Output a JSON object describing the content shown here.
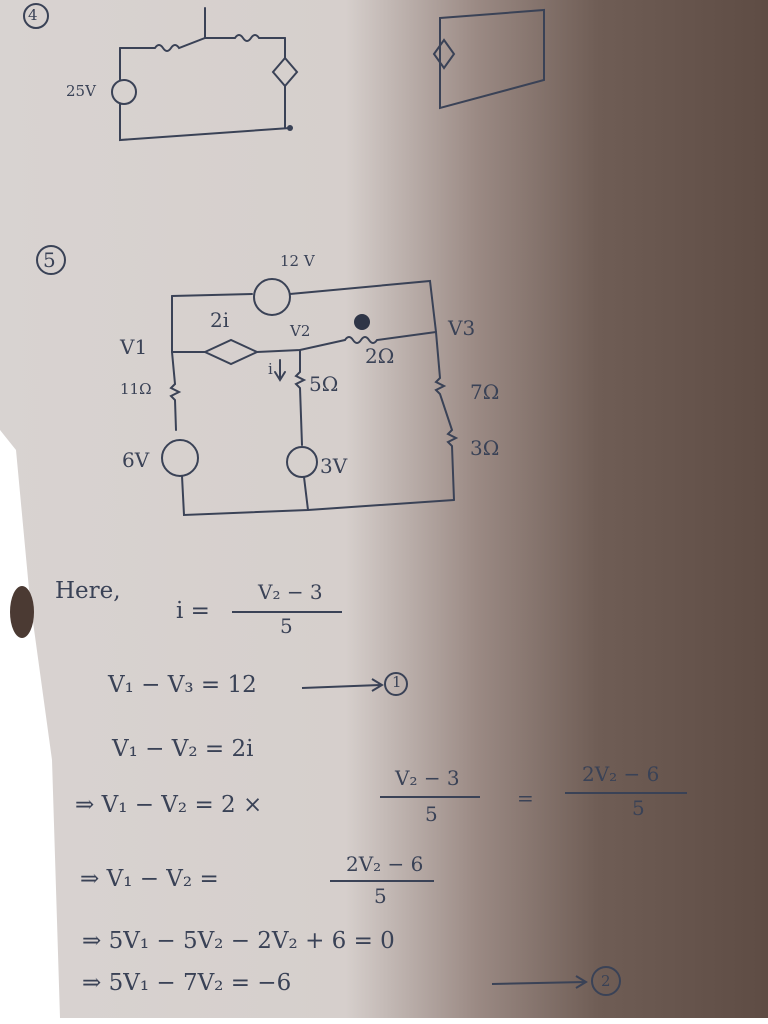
{
  "page": {
    "problem_prev": "4",
    "problem_num": "5"
  },
  "circuit_top": {
    "source_label": "25V"
  },
  "circuit": {
    "v12": "12 V",
    "dep_v": "2i",
    "node_v1": "V1",
    "node_v2": "V2",
    "node_v3": "V3",
    "r_top": "2Ω",
    "r_left": "11Ω",
    "r_mid": "5Ω",
    "r_right1": "7Ω",
    "r_right2": "3Ω",
    "src6": "6V",
    "src3": "3V",
    "i_label": "i"
  },
  "work": {
    "here": "Here,",
    "i_eq": "i =",
    "i_num": "V₂ − 3",
    "i_den": "5",
    "eq1": "V₁ − V₃ = 12",
    "eq1_tag": "1",
    "eq2": "V₁ − V₂ = 2i",
    "eq3_lhs": "⇒ V₁ − V₂ = 2 ×",
    "eq3_num": "V₂ − 3",
    "eq3_den": "5",
    "eq3_eq": "=",
    "eq3_num2": "2V₂ − 6",
    "eq3_den2": "5",
    "eq4_lhs": "⇒ V₁ − V₂ =",
    "eq4_num": "2V₂ − 6",
    "eq4_den": "5",
    "eq5": "⇒ 5V₁ − 5V₂ − 2V₂ + 6 = 0",
    "eq6": "⇒ 5V₁ − 7V₂ = −6",
    "eq6_tag": "2"
  },
  "colors": {
    "ink": "#3a4256",
    "paper": "#dcd6d3",
    "shadow": "#6e5a50"
  }
}
